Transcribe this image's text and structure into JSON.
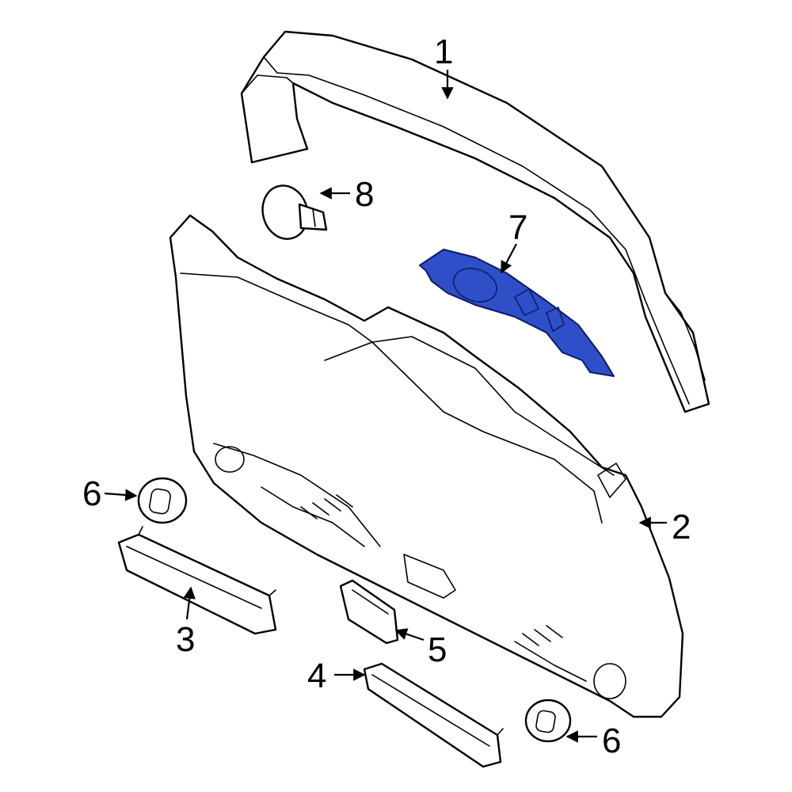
{
  "callouts": [
    {
      "id": "1",
      "label": "1"
    },
    {
      "id": "2",
      "label": "2"
    },
    {
      "id": "3",
      "label": "3"
    },
    {
      "id": "4",
      "label": "4"
    },
    {
      "id": "5",
      "label": "5"
    },
    {
      "id": "6a",
      "label": "6"
    },
    {
      "id": "6b",
      "label": "6"
    },
    {
      "id": "7",
      "label": "7"
    },
    {
      "id": "8",
      "label": "8"
    }
  ],
  "highlight_color": "#2e4fc7",
  "line_color": "#000000",
  "background_color": "#ffffff"
}
